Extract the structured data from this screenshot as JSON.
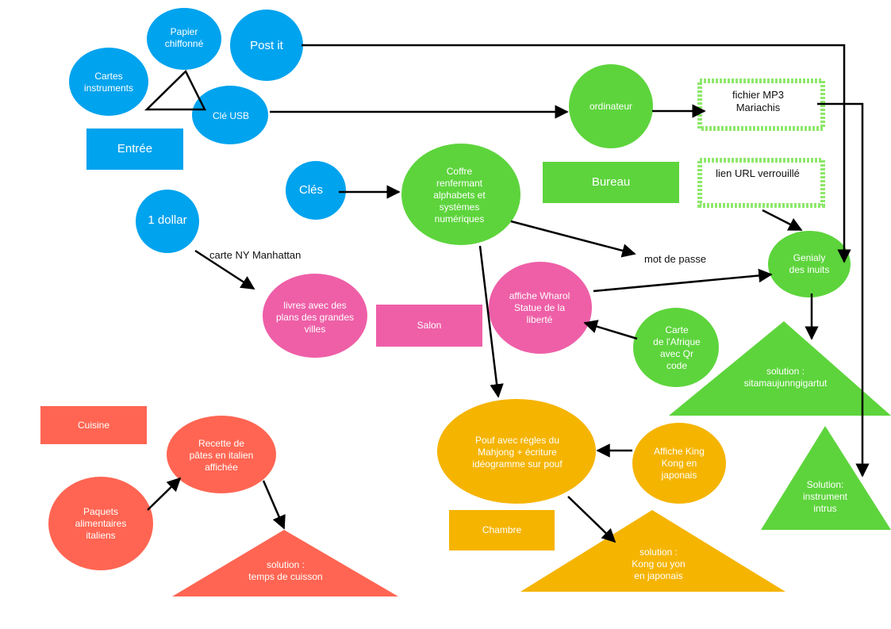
{
  "colors": {
    "blue": "#00a3ee",
    "green": "#5dd43c",
    "green_border": "#8de86a",
    "pink": "#ee5fa7",
    "orange": "#ff6552",
    "yellow": "#f5b400",
    "arrow": "#000000"
  },
  "nodes": {
    "papier": "Papier\nchiffonné",
    "post_it": "Post it",
    "cartes": "Cartes\ninstruments",
    "cle_usb": "Clé USB",
    "entree": "Entrée",
    "ordinateur": "ordinateur",
    "fichier_mp3": "fichier MP3\nMariachis",
    "bureau": "Bureau",
    "lien_url": "lien URL verrouillé",
    "cles": "Clés",
    "coffre": "Coffre\nrenfermant\nalphabets et\nsystèmes\nnumériques",
    "un_dollar": "1 dollar",
    "carte_ny": "carte NY Manhattan",
    "mot_de_passe": "mot de passe",
    "genialy": "Genialy\ndes inuits",
    "livres": "livres avec des\nplans des grandes\nvilles",
    "salon": "Salon",
    "affiche_wharol": "affiche Wharol\nStatue de la\nliberté",
    "carte_afrique": "Carte\nde l'Afrique\navec Qr\ncode",
    "solution_inuit": "solution :\nsitamaujunngigartut",
    "cuisine": "Cuisine",
    "recette": "Recette de\npâtes en italien\naffichée",
    "pouf": "Pouf avec règles du\nMahjong + écriture\nidéogramme  sur pouf",
    "affiche_kingkong": "Affiche King\nKong en\njaponais",
    "solution_instrument": "Solution:\ninstrument\nintrus",
    "paquets": "Paquets\nalimentaires\nitaliens",
    "solution_cuisine": "solution :\ntemps de cuisson",
    "chambre": "Chambre",
    "solution_kong": "solution :\nKong ou yon\nen japonais"
  }
}
